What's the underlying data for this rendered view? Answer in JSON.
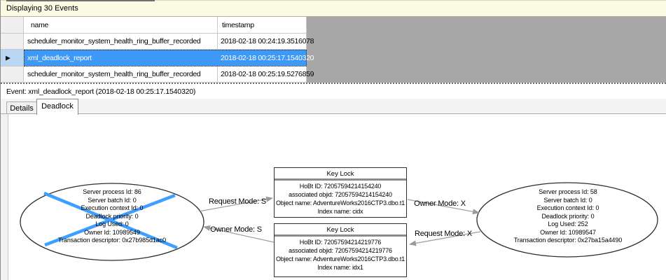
{
  "window": {
    "info_bar": "Displaying 30 Events"
  },
  "events_grid": {
    "columns": [
      {
        "label": "name"
      },
      {
        "label": "timestamp"
      }
    ],
    "rows": [
      {
        "name": "scheduler_monitor_system_health_ring_buffer_recorded",
        "timestamp": "2018-02-18 00:24:19.3516078",
        "selected": false
      },
      {
        "name": "xml_deadlock_report",
        "timestamp": "2018-02-18 00:25:17.1540320",
        "selected": true
      },
      {
        "name": "scheduler_monitor_system_health_ring_buffer_recorded",
        "timestamp": "2018-02-18 00:25:19.5276859",
        "selected": false
      }
    ],
    "current_row_marker": "▶"
  },
  "event_header": {
    "label": "Event: xml_deadlock_report (2018-02-18 00:25:17.1540320)"
  },
  "tabs": [
    {
      "label": "Details",
      "active": false
    },
    {
      "label": "Deadlock",
      "active": true
    }
  ],
  "deadlock_graph": {
    "processes": [
      {
        "victim": true,
        "lines": [
          "Server process Id: 86",
          "Server batch Id: 0",
          "Execution context Id: 0",
          "Deadlock priority: 0",
          "Log Used: 0",
          "Owner Id: 10989549",
          "Transaction descriptor: 0x27b985d1ac0"
        ]
      },
      {
        "victim": false,
        "lines": [
          "Server process Id: 58",
          "Server batch Id: 0",
          "Execution context Id: 0",
          "Deadlock priority: 0",
          "Log Used: 252",
          "Owner Id: 10989547",
          "Transaction descriptor: 0x27ba15a4490"
        ]
      }
    ],
    "resources": [
      {
        "title": "Key Lock",
        "lines": [
          "HoBt ID: 72057594214154240",
          "associated objid: 72057594214154240",
          "Object name: AdventureWorks2016CTP3.dbo.t1",
          "Index name: cidx"
        ]
      },
      {
        "title": "Key Lock",
        "lines": [
          "HoBt ID: 72057594214219776",
          "associated objid: 72057594214219776",
          "Object name: AdventureWorks2016CTP3.dbo.t1",
          "Index name: idx1"
        ]
      }
    ],
    "edges": [
      {
        "label": "Request Mode: S",
        "from": "victim-process",
        "to": "key-lock-top"
      },
      {
        "label": "Owner Mode: S",
        "from": "key-lock-bottom",
        "to": "victim-process"
      },
      {
        "label": "Owner Mode: X",
        "from": "key-lock-top",
        "to": "survivor-process"
      },
      {
        "label": "Request Mode: X",
        "from": "survivor-process",
        "to": "key-lock-bottom"
      }
    ],
    "colors": {
      "victim_cross": "#3e9fff",
      "selection_blue": "#3d99f5",
      "selection_rowhead_blue": "#b9d7f2",
      "info_bar_yellow": "#fbfbe3",
      "grid_backdrop_gray": "#a7a7a7",
      "arrow_gray": "#9a9a9a"
    }
  }
}
